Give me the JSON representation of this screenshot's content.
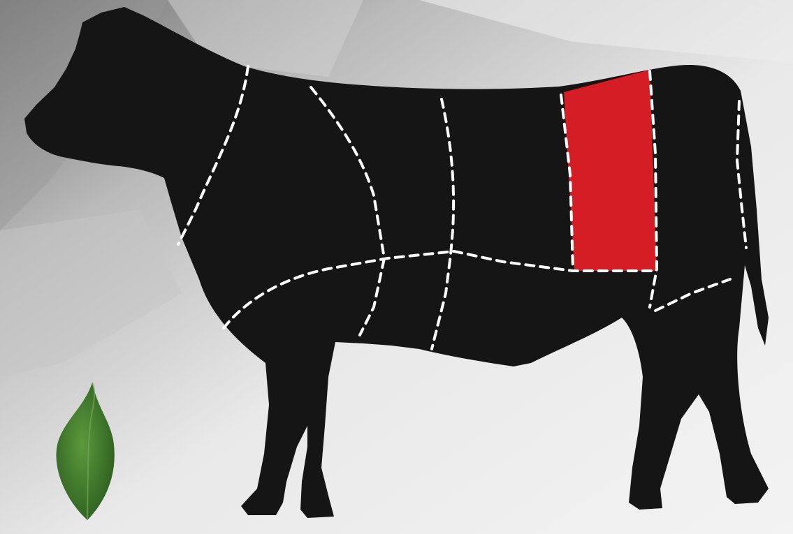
{
  "diagram": {
    "subject": "beef cuts",
    "highlighted_cut_color": "#d41d24",
    "silhouette_color": "#151515",
    "cut_line_color": "#ffffff",
    "background_colors": [
      "#f2f2f2",
      "#bdbdbd",
      "#8e8e8e"
    ],
    "leaf_color": "#3f7d2c",
    "cuts": [
      {
        "id": "neck",
        "highlighted": false
      },
      {
        "id": "chuck",
        "highlighted": false
      },
      {
        "id": "rib",
        "highlighted": false
      },
      {
        "id": "short-loin",
        "highlighted": false
      },
      {
        "id": "sirloin",
        "highlighted": true
      },
      {
        "id": "round",
        "highlighted": false
      },
      {
        "id": "brisket",
        "highlighted": false
      },
      {
        "id": "shank",
        "highlighted": false
      },
      {
        "id": "plate",
        "highlighted": false
      },
      {
        "id": "flank",
        "highlighted": false
      }
    ]
  }
}
